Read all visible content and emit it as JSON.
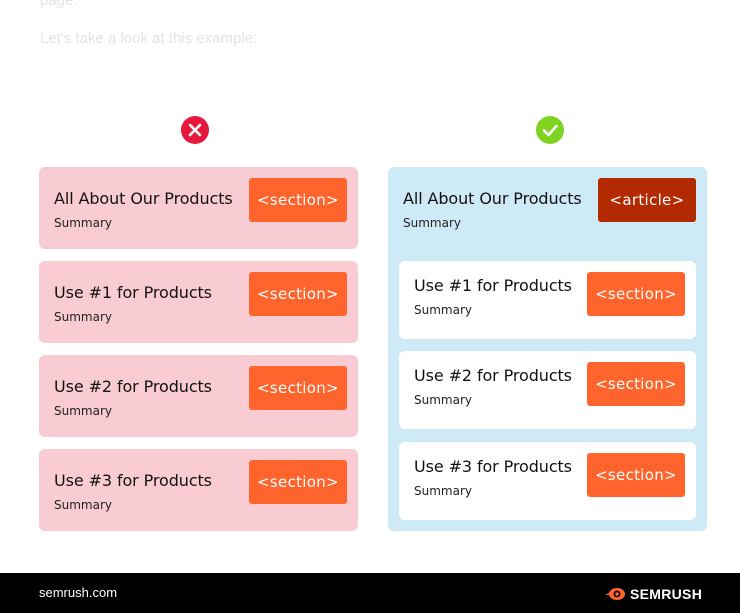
{
  "intro": {
    "fragment": "page.",
    "line": "Let's take a look at this example:"
  },
  "colors": {
    "wrong_mark": "#e8173c",
    "right_mark": "#7ed321",
    "section_tag": "#ff642d",
    "article_tag": "#b32a00",
    "wrong_card_bg": "#f8ccd2",
    "right_panel_bg": "#cfeaf7",
    "footer_bg": "#000000",
    "brand_orange": "#ff642d"
  },
  "wrong_example": {
    "icon": "x-circle-icon",
    "cards": [
      {
        "title": "All About Our Products",
        "summary": "Summary",
        "tag": "<section>"
      },
      {
        "title": "Use #1 for Products",
        "summary": "Summary",
        "tag": "<section>"
      },
      {
        "title": "Use #2 for Products",
        "summary": "Summary",
        "tag": "<section>"
      },
      {
        "title": "Use #3 for Products",
        "summary": "Summary",
        "tag": "<section>"
      }
    ]
  },
  "right_example": {
    "icon": "check-circle-icon",
    "article": {
      "title": "All About Our Products",
      "summary": "Summary",
      "tag": "<article>"
    },
    "sections": [
      {
        "title": "Use #1 for Products",
        "summary": "Summary",
        "tag": "<section>"
      },
      {
        "title": "Use #2 for Products",
        "summary": "Summary",
        "tag": "<section>"
      },
      {
        "title": "Use #3 for Products",
        "summary": "Summary",
        "tag": "<section>"
      }
    ]
  },
  "footer": {
    "site": "semrush.com",
    "brand": "SEMRUSH",
    "brand_icon": "semrush-flame-icon"
  }
}
